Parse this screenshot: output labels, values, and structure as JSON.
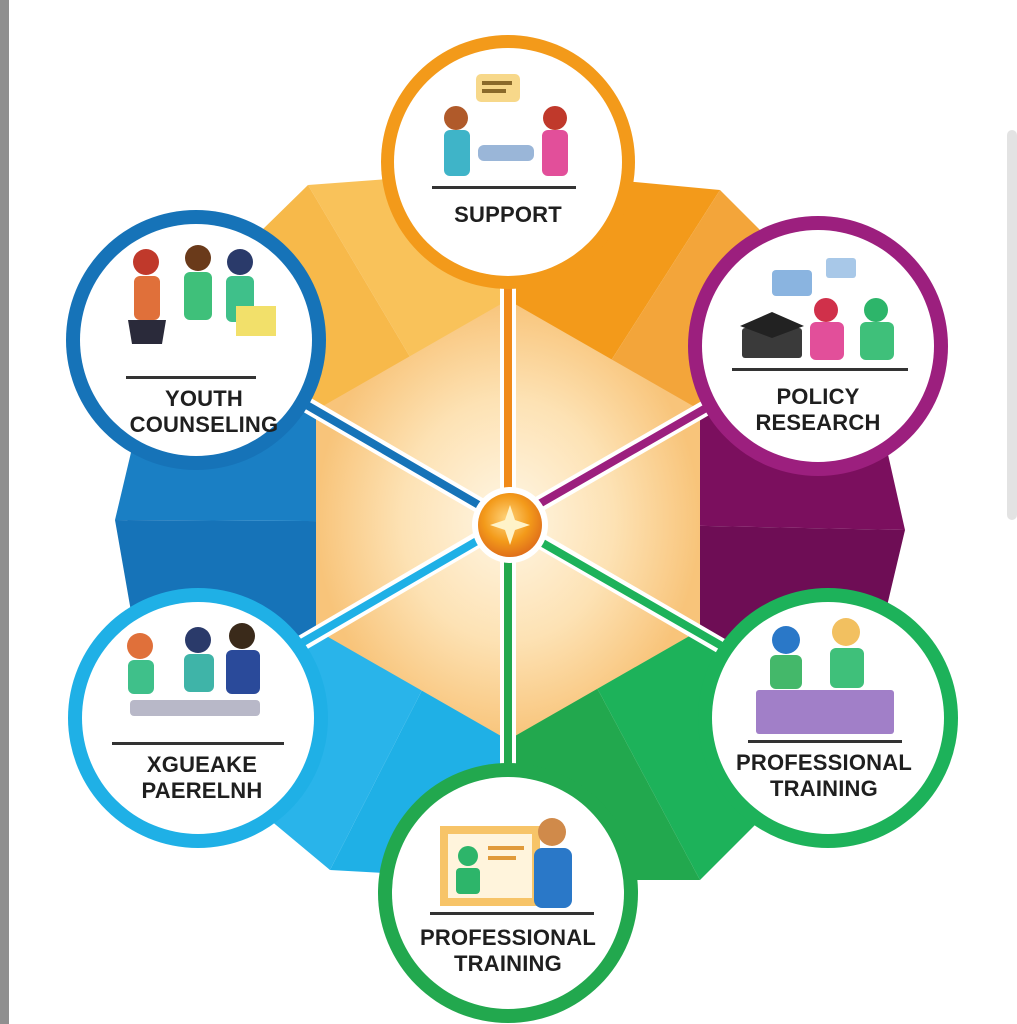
{
  "diagram": {
    "colors": {
      "support": "#f39a1a",
      "policy": "#9c1f7e",
      "training_right": "#1db25a",
      "training_bottom": "#22a84e",
      "partner": "#1fb0e6",
      "youth": "#1673b8",
      "hub": "#f07a1a"
    },
    "nodes": [
      {
        "id": "support",
        "icon": "peer-support-icon",
        "lines": [
          "SUPPORT"
        ]
      },
      {
        "id": "policy-research",
        "icon": "policy-research-icon",
        "lines": [
          "POLICY",
          "RESEARCH"
        ]
      },
      {
        "id": "professional-training-right",
        "icon": "training-workshop-icon",
        "lines": [
          "PROFESSIONAL",
          "TRAINING"
        ]
      },
      {
        "id": "professional-training-bottom",
        "icon": "presentation-icon",
        "lines": [
          "PROFESSIONAL",
          "TRAINING"
        ]
      },
      {
        "id": "partner-network",
        "icon": "group-meeting-icon",
        "lines": [
          "XGUEAKE",
          "PAERELNH"
        ]
      },
      {
        "id": "youth-counseling",
        "icon": "youth-group-icon",
        "lines": [
          "YOUTH",
          "COUNSELING"
        ]
      }
    ],
    "hub_icon": "star-hub-icon"
  }
}
